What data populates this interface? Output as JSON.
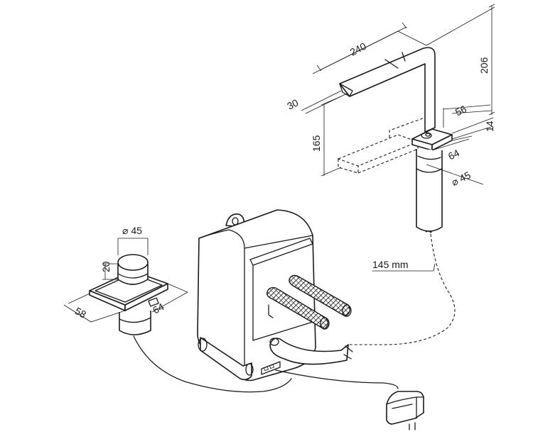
{
  "dimensions": {
    "spout_length": "240",
    "spout_depth": "30",
    "spout_height_total": "206",
    "spout_clearance": "165",
    "base_width": "56",
    "base_thickness": "14",
    "base_length": "64",
    "body_diameter": "⌀ 45",
    "hose_length": "145 mm",
    "knob_diameter": "⌀ 45",
    "knob_height": "20",
    "plate_width": "58",
    "plate_length": "64"
  }
}
